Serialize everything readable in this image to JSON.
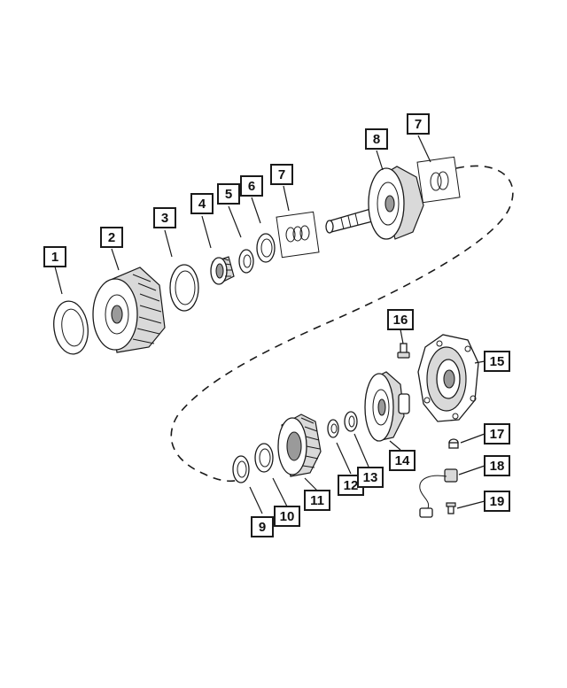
{
  "callouts": [
    {
      "id": "c1",
      "label": "1"
    },
    {
      "id": "c2",
      "label": "2"
    },
    {
      "id": "c3",
      "label": "3"
    },
    {
      "id": "c4",
      "label": "4"
    },
    {
      "id": "c5",
      "label": "5"
    },
    {
      "id": "c6",
      "label": "6"
    },
    {
      "id": "c7a",
      "label": "7"
    },
    {
      "id": "c8",
      "label": "8"
    },
    {
      "id": "c7b",
      "label": "7"
    },
    {
      "id": "c9",
      "label": "9"
    },
    {
      "id": "c10",
      "label": "10"
    },
    {
      "id": "c11",
      "label": "11"
    },
    {
      "id": "c12",
      "label": "12"
    },
    {
      "id": "c13",
      "label": "13"
    },
    {
      "id": "c14",
      "label": "14"
    },
    {
      "id": "c15",
      "label": "15"
    },
    {
      "id": "c16",
      "label": "16"
    },
    {
      "id": "c17",
      "label": "17"
    },
    {
      "id": "c18",
      "label": "18"
    },
    {
      "id": "c19",
      "label": "19"
    }
  ]
}
